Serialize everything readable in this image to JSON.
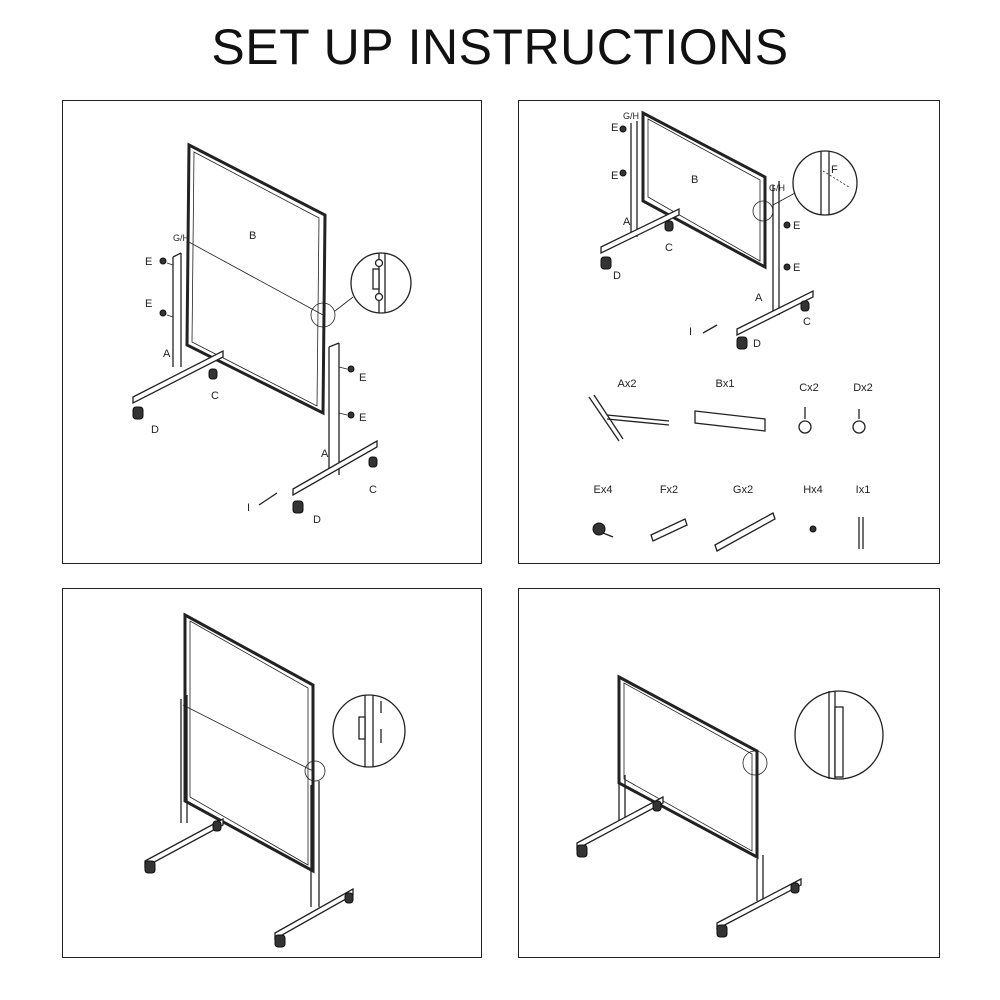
{
  "title": "SET UP INSTRUCTIONS",
  "step1": {
    "labels": {
      "board": "B",
      "gh": "G/H",
      "e1": "E",
      "e2": "E",
      "e3": "E",
      "e4": "E",
      "a1": "A",
      "a2": "A",
      "c1": "C",
      "c2": "C",
      "d1": "D",
      "d2": "D",
      "i": "I"
    }
  },
  "step2": {
    "labels": {
      "gh": "G/H",
      "gh2": "G/H",
      "e1": "E",
      "e2": "E",
      "e3": "E",
      "e4": "E",
      "board": "B",
      "a1": "A",
      "a2": "A",
      "c1": "C",
      "c2": "C",
      "d1": "D",
      "d2": "D",
      "i": "I",
      "f": "F"
    },
    "parts": [
      {
        "label": "Ax2",
        "icon": "leg-part-icon"
      },
      {
        "label": "Bx1",
        "icon": "board-part-icon"
      },
      {
        "label": "Cx2",
        "icon": "caster-part-icon"
      },
      {
        "label": "Dx2",
        "icon": "locking-caster-part-icon"
      },
      {
        "label": "Ex4",
        "icon": "knob-part-icon"
      },
      {
        "label": "Fx2",
        "icon": "bracket-part-icon"
      },
      {
        "label": "Gx2",
        "icon": "plate-part-icon"
      },
      {
        "label": "Hx4",
        "icon": "screw-part-icon"
      },
      {
        "label": "Ix1",
        "icon": "wrench-part-icon"
      }
    ]
  }
}
